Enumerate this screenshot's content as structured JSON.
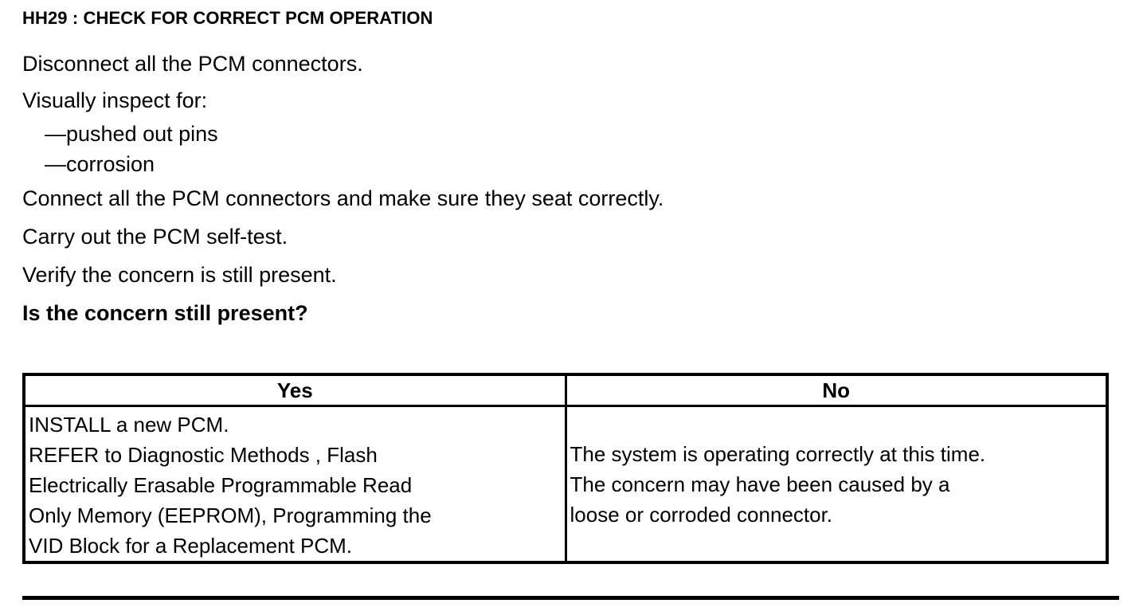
{
  "document": {
    "step_title": "HH29 : CHECK FOR CORRECT PCM OPERATION",
    "instructions": [
      {
        "text": "Disconnect all the PCM connectors.",
        "style": "normal",
        "indent": false
      },
      {
        "text": "Visually inspect for:",
        "style": "normal",
        "indent": false
      },
      {
        "text": "—pushed out pins",
        "style": "normal",
        "indent": true
      },
      {
        "text": "—corrosion",
        "style": "normal",
        "indent": true
      },
      {
        "text": "Connect all the PCM connectors and make sure they seat correctly.",
        "style": "normal",
        "indent": false
      },
      {
        "text": "Carry out the PCM self-test.",
        "style": "normal",
        "indent": false
      },
      {
        "text": "Verify the concern is still present.",
        "style": "normal",
        "indent": false
      },
      {
        "text": "Is the concern still present?",
        "style": "bold",
        "indent": false
      }
    ],
    "decision_table": {
      "headers": [
        "Yes",
        "No"
      ],
      "yes_cell_lines": [
        "INSTALL a new PCM.",
        "REFER to Diagnostic Methods , Flash",
        "Electrically Erasable Programmable Read",
        "Only Memory  (EEPROM), Programming the",
        "VID Block for a Replacement PCM."
      ],
      "no_cell_lines": [
        "The system is operating correctly at this time.",
        "The concern may have been caused by a",
        "loose or corroded connector."
      ]
    },
    "colors": {
      "ink": "#000000",
      "paper": "#ffffff"
    }
  }
}
